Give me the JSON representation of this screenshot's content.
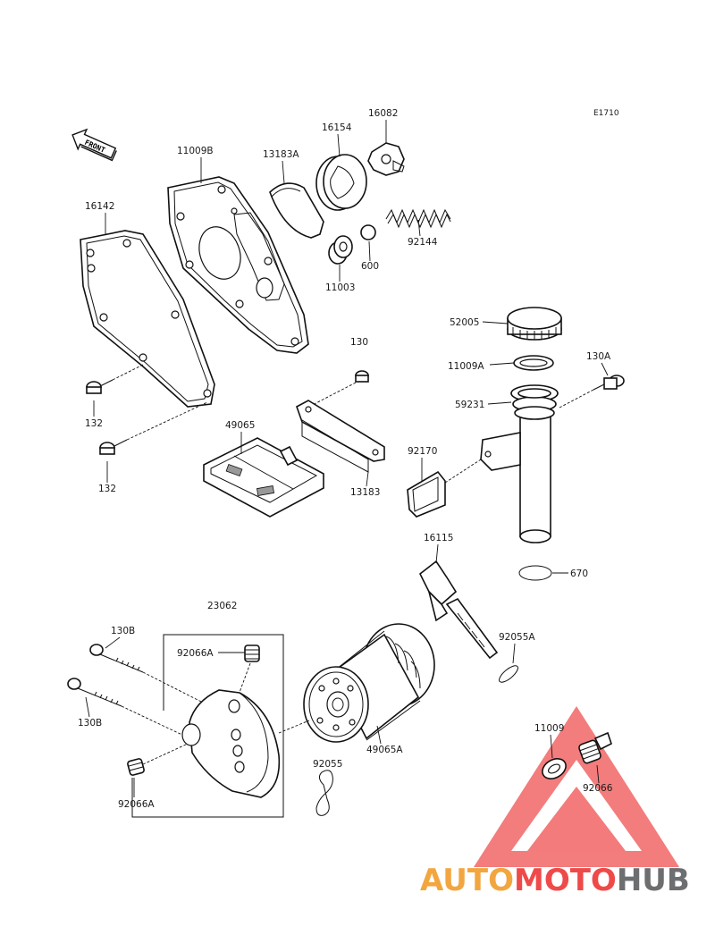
{
  "diagram": {
    "reference_code": "E1710",
    "front_label": "FRONT",
    "callouts": {
      "p16142": "16142",
      "p11009B": "11009B",
      "p13183A": "13183A",
      "p16154": "16154",
      "p16082": "16082",
      "p92144": "92144",
      "p600": "600",
      "p11003": "11003",
      "p132a": "132",
      "p132b": "132",
      "p130": "130",
      "p49065": "49065",
      "p13183": "13183",
      "p52005": "52005",
      "p11009A": "11009A",
      "p130A": "130A",
      "p59231": "59231",
      "p92170": "92170",
      "p16115": "16115",
      "p670": "670",
      "p92055A": "92055A",
      "p23062": "23062",
      "p130Ba": "130B",
      "p130Bb": "130B",
      "p92066Aa": "92066A",
      "p92066Ab": "92066A",
      "p49065A": "49065A",
      "p92055": "92055",
      "p11009": "11009",
      "p92066": "92066"
    }
  },
  "watermark": {
    "brand_part1": "AUTO",
    "brand_part2": "MOTO",
    "brand_part3": "HUB",
    "colors": {
      "orange": "#f2a640",
      "red": "#ef4a4a",
      "grey": "#6d6e70"
    }
  }
}
